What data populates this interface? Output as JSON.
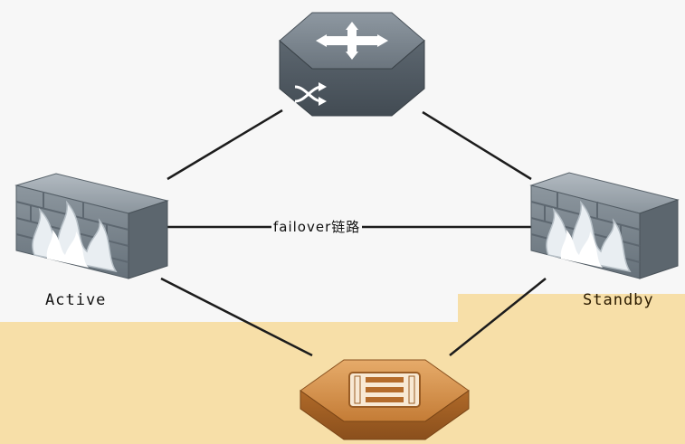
{
  "nodes": {
    "active_label": "Active",
    "standby_label": "Standby"
  },
  "links": {
    "failover_label": "failover链路"
  },
  "colors": {
    "router_body": "#5f6a74",
    "firewall_body": "#7f8991",
    "switch_body": "#c7843f",
    "lower_background": "#f7dfa8",
    "line": "#1c1c1c"
  },
  "icons": [
    "router-icon",
    "firewall-icon",
    "firewall-icon",
    "switch-icon"
  ]
}
